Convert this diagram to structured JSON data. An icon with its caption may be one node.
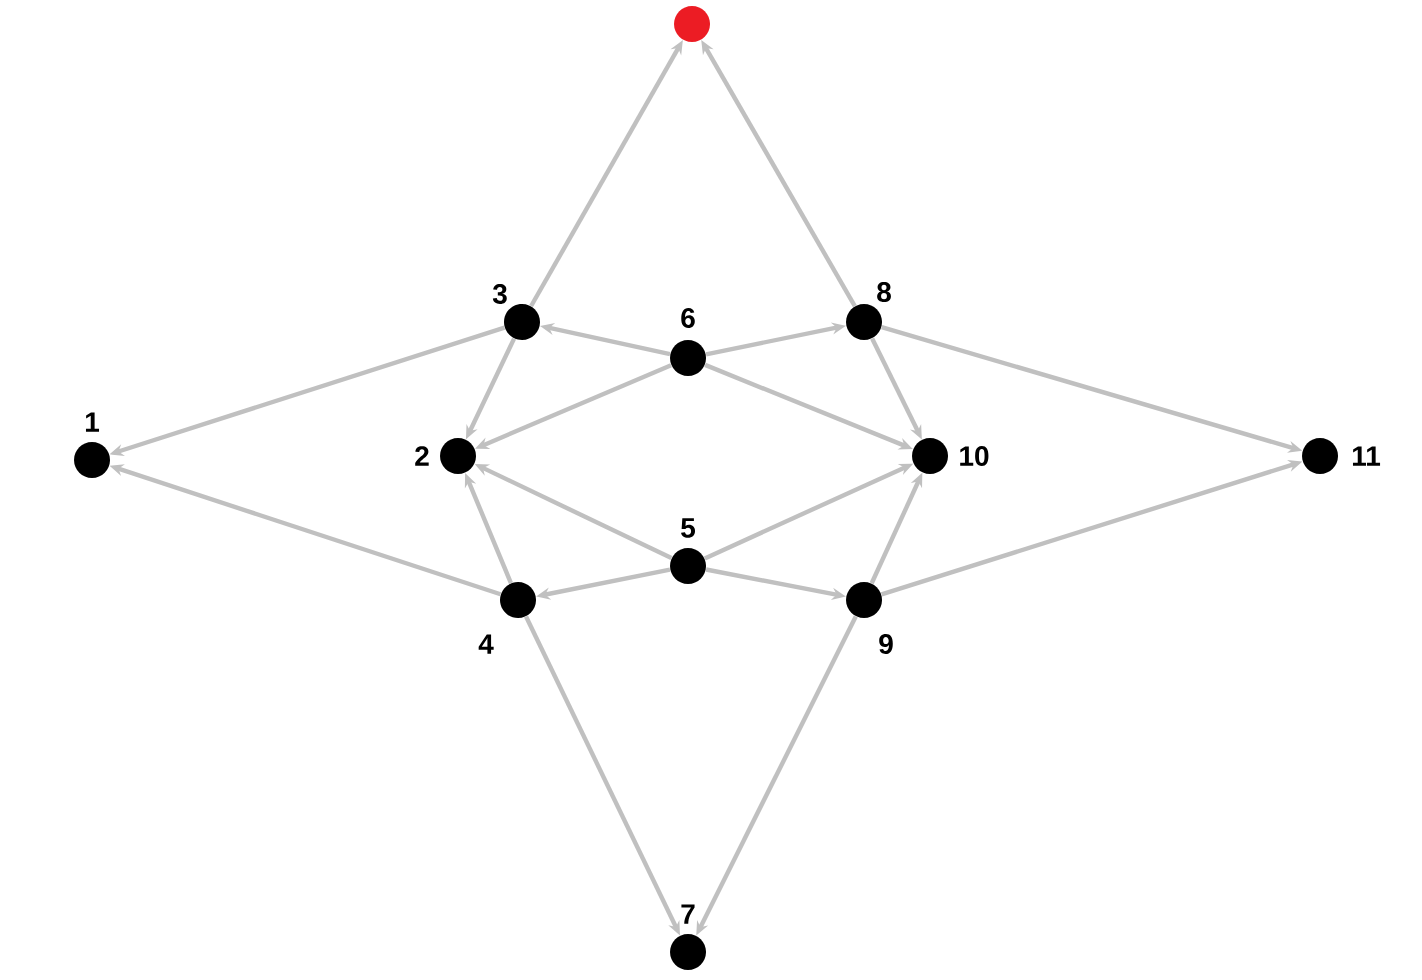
{
  "diagram": {
    "nodes": [
      {
        "text": [],
        "shape": "circle"
      },
      {
        "text": [],
        "shape": "circle",
        "beside": [
          "1"
        ]
      },
      {
        "text": [],
        "shape": "circle",
        "beside": [
          "2"
        ]
      },
      {
        "text": [],
        "shape": "circle",
        "beside": [
          "3"
        ]
      },
      {
        "text": [],
        "shape": "circle",
        "beside": [
          "4"
        ]
      },
      {
        "text": [],
        "shape": "circle",
        "beside": [
          "5"
        ]
      },
      {
        "text": [],
        "shape": "circle",
        "beside": [
          "6"
        ]
      },
      {
        "text": [],
        "shape": "circle",
        "beside": [
          "7"
        ]
      },
      {
        "text": [],
        "shape": "circle",
        "beside": [
          "8"
        ]
      },
      {
        "text": [],
        "shape": "circle",
        "beside": [
          "9"
        ]
      },
      {
        "text": [],
        "shape": "circle",
        "beside": [
          "10"
        ]
      },
      {
        "text": [],
        "shape": "circle",
        "beside": [
          "11"
        ]
      }
    ],
    "edges": [
      {
        "from": 3,
        "to": 0,
        "arrow": "to"
      },
      {
        "from": 8,
        "to": 0,
        "arrow": "to"
      },
      {
        "from": 3,
        "to": 1,
        "arrow": "to"
      },
      {
        "from": 3,
        "to": 2,
        "arrow": "to"
      },
      {
        "from": 6,
        "to": 3,
        "arrow": "to"
      },
      {
        "from": 6,
        "to": 8,
        "arrow": "to"
      },
      {
        "from": 6,
        "to": 2,
        "arrow": "to"
      },
      {
        "from": 6,
        "to": 10,
        "arrow": "to"
      },
      {
        "from": 8,
        "to": 10,
        "arrow": "to"
      },
      {
        "from": 8,
        "to": 11,
        "arrow": "to"
      },
      {
        "from": 4,
        "to": 1,
        "arrow": "to"
      },
      {
        "from": 4,
        "to": 2,
        "arrow": "to"
      },
      {
        "from": 5,
        "to": 4,
        "arrow": "to"
      },
      {
        "from": 5,
        "to": 2,
        "arrow": "to"
      },
      {
        "from": 5,
        "to": 10,
        "arrow": "to"
      },
      {
        "from": 5,
        "to": 9,
        "arrow": "to"
      },
      {
        "from": 4,
        "to": 7,
        "arrow": "to"
      },
      {
        "from": 9,
        "to": 7,
        "arrow": "to"
      },
      {
        "from": 9,
        "to": 10,
        "arrow": "to"
      },
      {
        "from": 9,
        "to": 11,
        "arrow": "to"
      }
    ]
  }
}
